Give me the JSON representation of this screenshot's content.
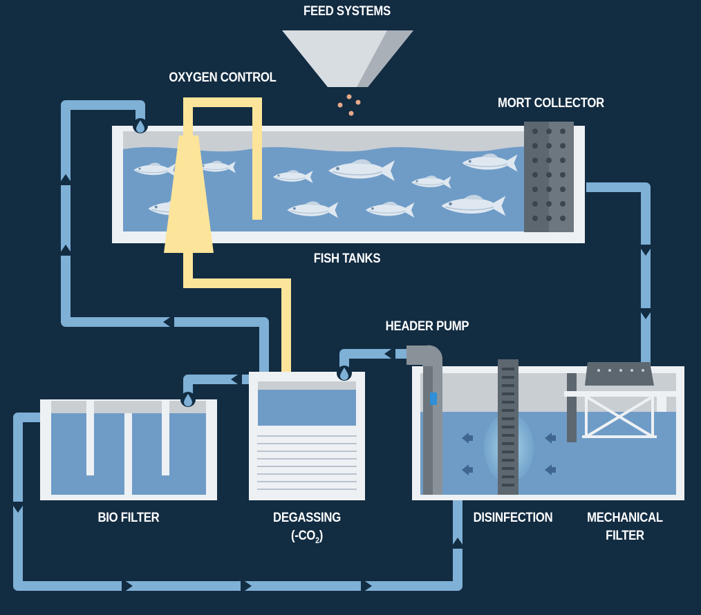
{
  "labels": {
    "feed_systems": "FEED SYSTEMS",
    "oxygen_control": "OXYGEN CONTROL",
    "mort_collector": "MORT COLLECTOR",
    "fish_tanks": "FISH TANKS",
    "header_pump": "HEADER PUMP",
    "bio_filter": "BIO FILTER",
    "degassing": "DEGASSING",
    "degassing_formula_prefix": "(-CO",
    "degassing_formula_sub": "2",
    "degassing_formula_suffix": ")",
    "disinfection": "DISINFECTION",
    "mechanical_filter_line1": "MECHANICAL",
    "mechanical_filter_line2": "FILTER"
  },
  "colors": {
    "background": "#122c42",
    "pipe": "#7fb0d6",
    "oxygen_pipe": "#fce49a",
    "water": "#6f9cc7",
    "tank_wall": "#eef1f4",
    "tank_air": "#c9ced3",
    "fish": "#dfe8f0"
  },
  "icons": [
    "water-drop-icon",
    "flow-arrow-icon",
    "fish-icon",
    "feed-pellet-icon"
  ]
}
